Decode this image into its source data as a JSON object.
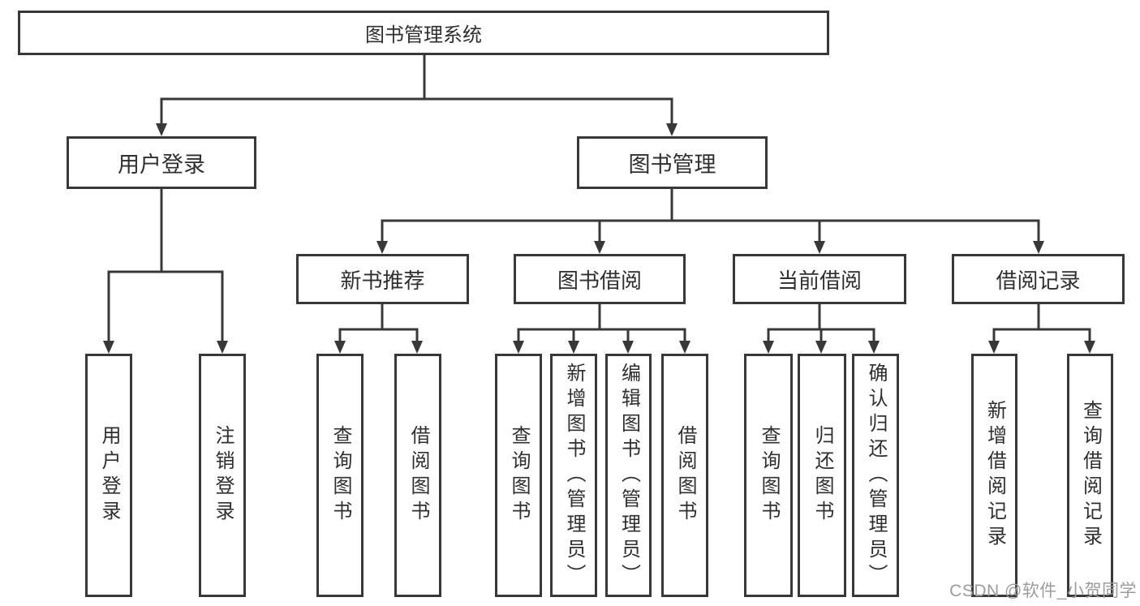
{
  "tree": {
    "root": {
      "label": "图书管理系统"
    },
    "level2": [
      {
        "label": "用户登录",
        "children": [
          "用户登录",
          "注销登录"
        ]
      },
      {
        "label": "图书管理",
        "children": [
          {
            "label": "新书推荐",
            "children": [
              "查询图书",
              "借阅图书"
            ]
          },
          {
            "label": "图书借阅",
            "children": [
              "查询图书",
              "新增图书（管理员）",
              "编辑图书（管理员）",
              "借阅图书"
            ]
          },
          {
            "label": "当前借阅",
            "children": [
              "查询图书",
              "归还图书",
              "确认归还（管理员）"
            ]
          },
          {
            "label": "借阅记录",
            "children": [
              "新增借阅记录",
              "查询借阅记录"
            ]
          }
        ]
      }
    ]
  },
  "watermark": {
    "text": "CSDN @软件_小贺同学"
  },
  "colors": {
    "line": "#383838",
    "text": "#2f2f2f",
    "background": "#ffffff",
    "watermark": "#9c9c9c"
  }
}
